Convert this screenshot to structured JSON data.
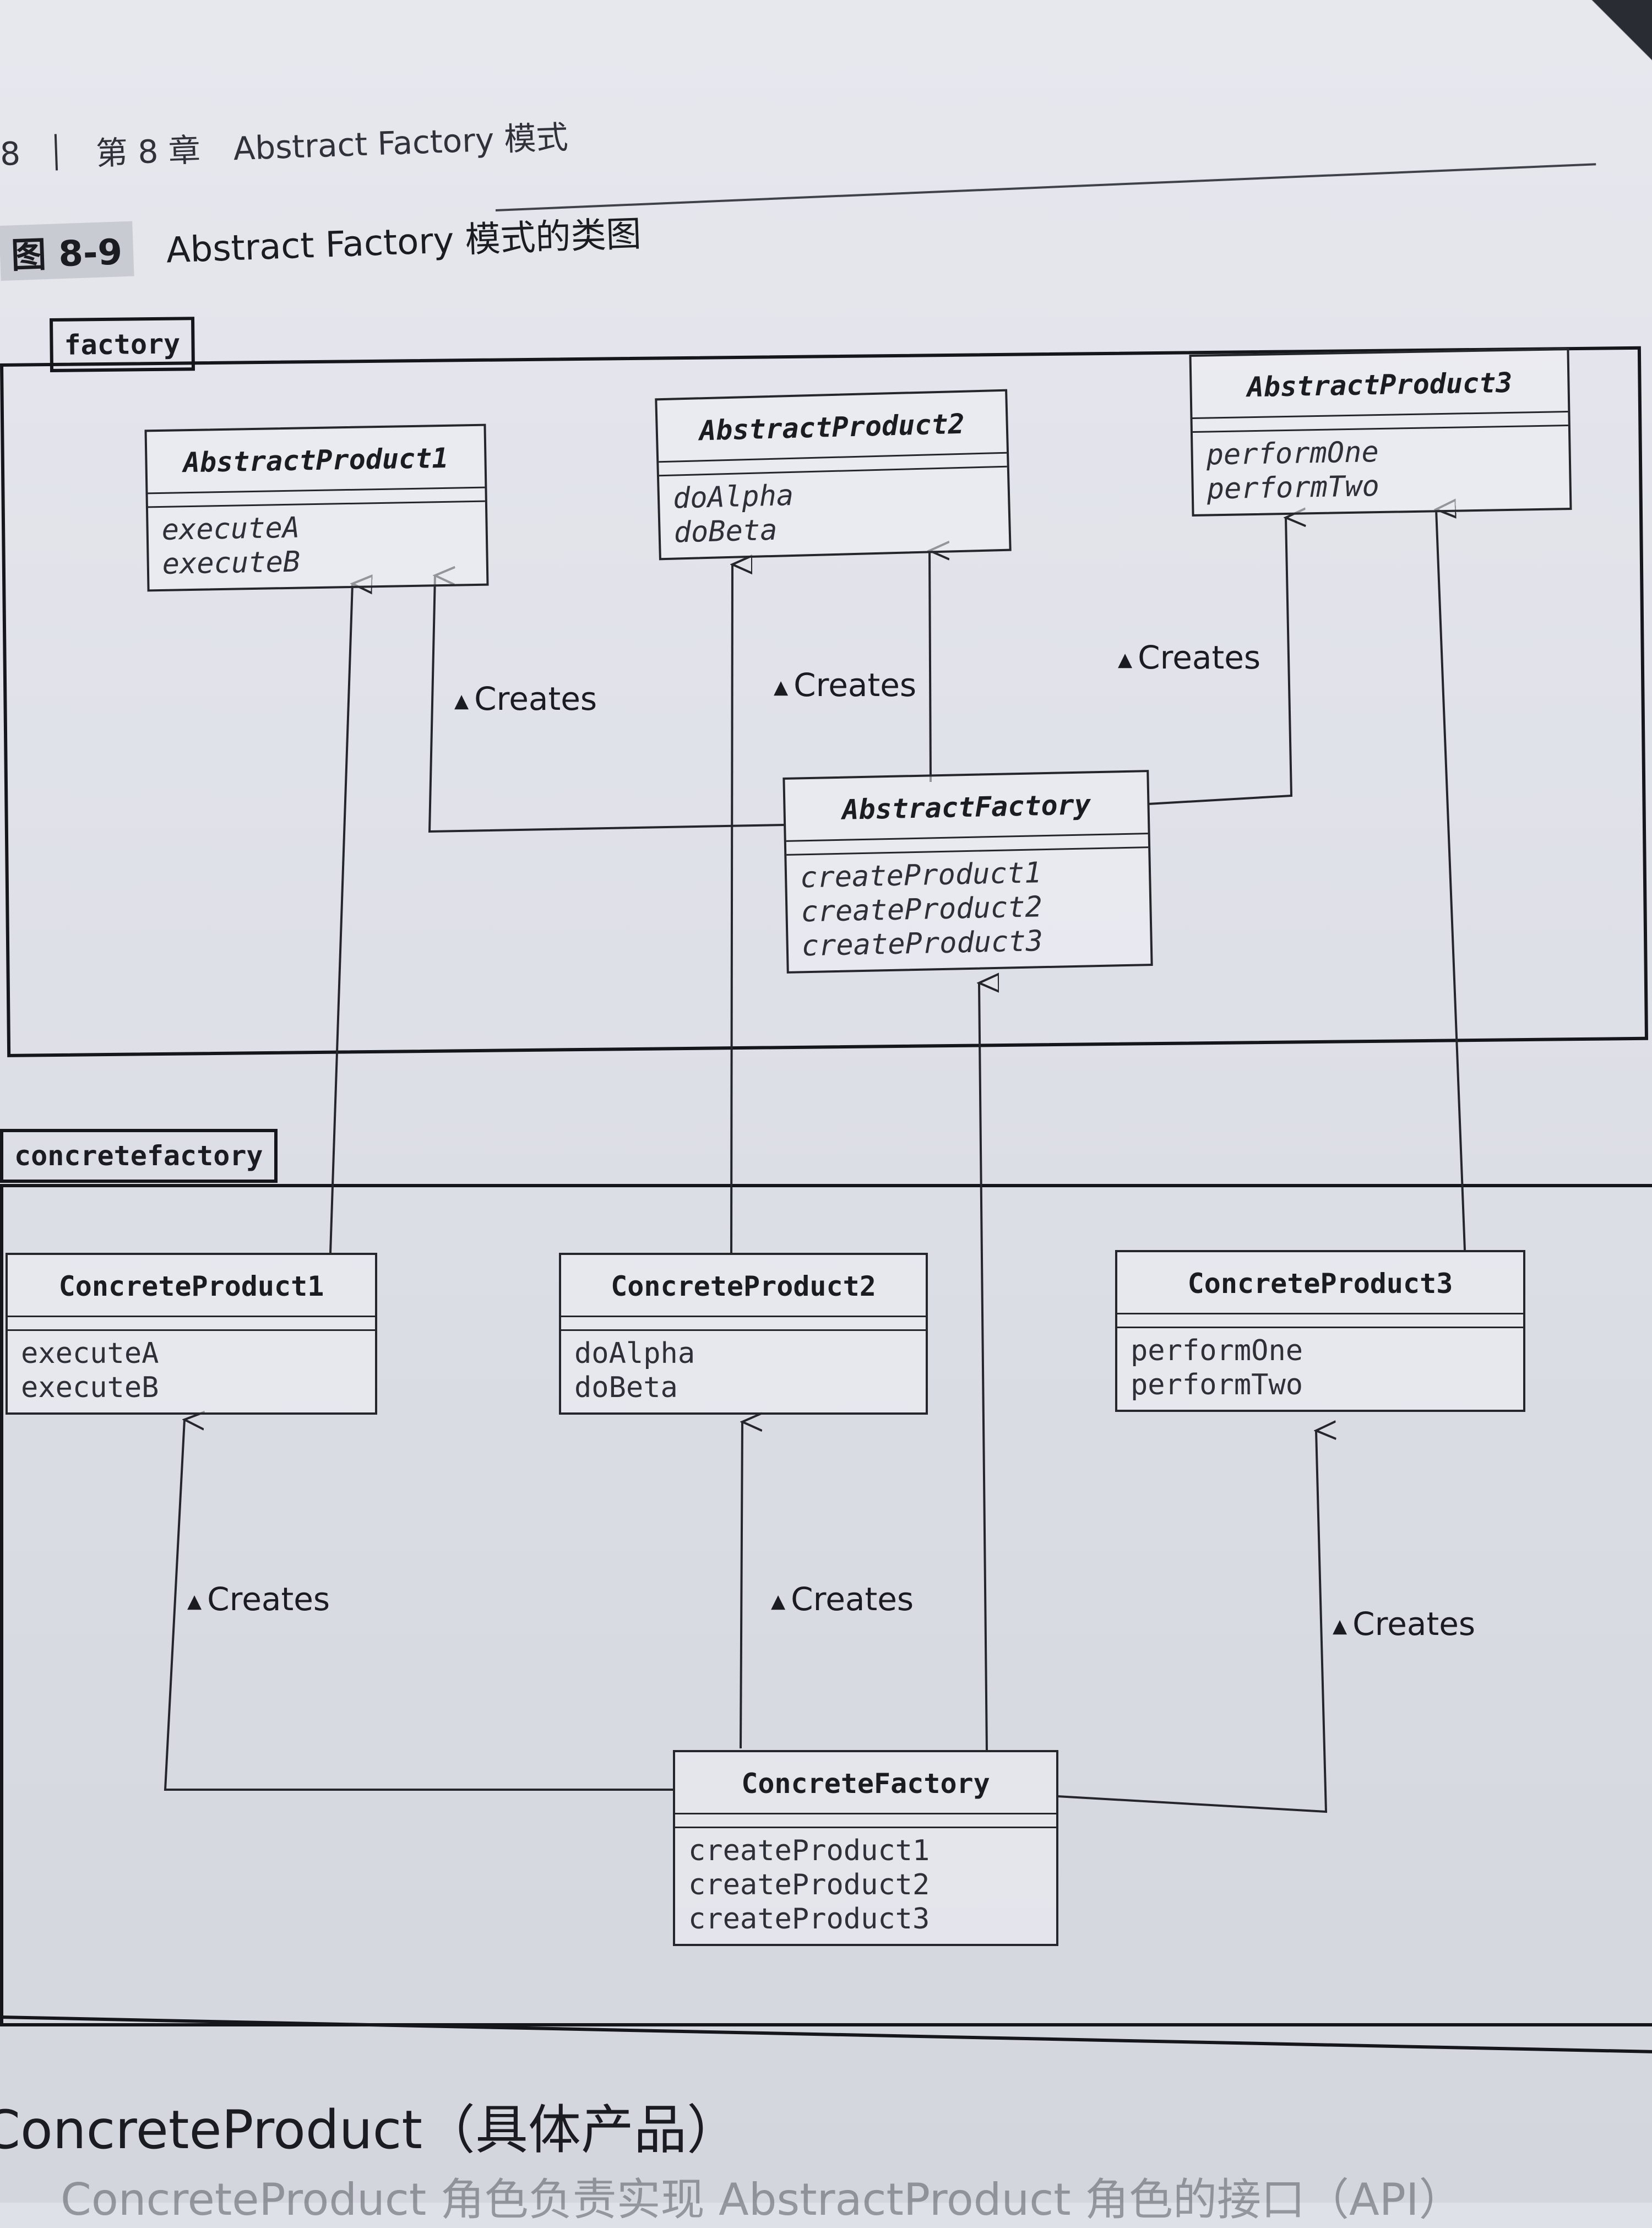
{
  "header": {
    "page_number": "8",
    "chapter": "第 8 章",
    "chapter_title": "Abstract Factory 模式"
  },
  "caption": {
    "number": "图 8-9",
    "title": "Abstract Factory 模式的类图"
  },
  "packages": {
    "factory": "factory",
    "concretefactory": "concretefactory"
  },
  "classes": {
    "abstract_product1": {
      "name": "AbstractProduct1",
      "ops": [
        "executeA",
        "executeB"
      ]
    },
    "abstract_product2": {
      "name": "AbstractProduct2",
      "ops": [
        "doAlpha",
        "doBeta"
      ]
    },
    "abstract_product3": {
      "name": "AbstractProduct3",
      "ops": [
        "performOne",
        "performTwo"
      ]
    },
    "abstract_factory": {
      "name": "AbstractFactory",
      "ops": [
        "createProduct1",
        "createProduct2",
        "createProduct3"
      ]
    },
    "concrete_product1": {
      "name": "ConcreteProduct1",
      "ops": [
        "executeA",
        "executeB"
      ]
    },
    "concrete_product2": {
      "name": "ConcreteProduct2",
      "ops": [
        "doAlpha",
        "doBeta"
      ]
    },
    "concrete_product3": {
      "name": "ConcreteProduct3",
      "ops": [
        "performOne",
        "performTwo"
      ]
    },
    "concrete_factory": {
      "name": "ConcreteFactory",
      "ops": [
        "createProduct1",
        "createProduct2",
        "createProduct3"
      ]
    }
  },
  "relation_label": "Creates",
  "section_heading": "ConcreteProduct（具体产品）",
  "bottom_text": "ConcreteProduct 角色负责实现 AbstractProduct 角色的接口（API）"
}
